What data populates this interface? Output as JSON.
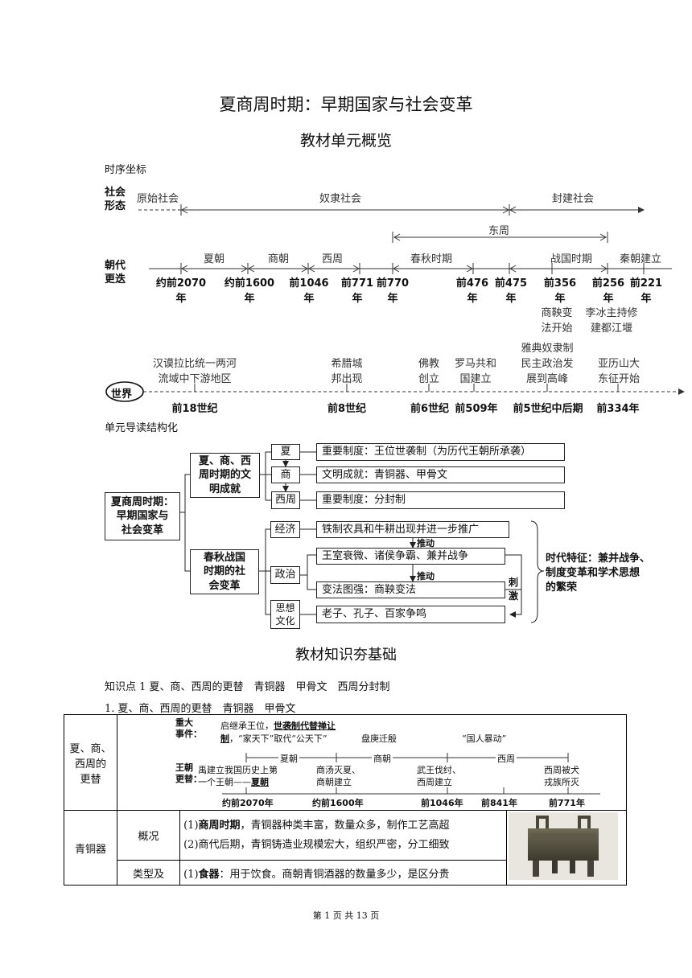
{
  "title": "夏商周时期：早期国家与社会变革",
  "subtitle": "教材单元概览",
  "timeline_section": {
    "heading": "时序坐标",
    "society_label": [
      "社会",
      "形态"
    ],
    "society_periods": [
      "原始社会",
      "奴隶社会",
      "封建社会"
    ],
    "dongzhou": "东周",
    "dynasty_label": [
      "朝代",
      "更迭"
    ],
    "dynasties": [
      "夏朝",
      "商朝",
      "西周",
      "春秋时期",
      "战国时期",
      "秦朝建立"
    ],
    "dates": [
      {
        "top": "约前2070",
        "bottom": "年"
      },
      {
        "top": "约前1600",
        "bottom": "年"
      },
      {
        "top": "前1046",
        "bottom": "年"
      },
      {
        "top": "前771",
        "bottom": "年"
      },
      {
        "top": "前770",
        "bottom": "年"
      },
      {
        "top": "前476",
        "bottom": "年"
      },
      {
        "top": "前475",
        "bottom": "年"
      },
      {
        "top": "前356",
        "bottom": "年"
      },
      {
        "top": "前256",
        "bottom": "年"
      },
      {
        "top": "前221",
        "bottom": "年"
      }
    ],
    "warring_notes": [
      {
        "l1": "商鞅变",
        "l2": "法开始"
      },
      {
        "l1": "李冰主持修",
        "l2": "建都江堰"
      }
    ],
    "world_label": "世界",
    "world_events": [
      {
        "l1": "汉谟拉比统一两河",
        "l2": "流域中下游地区",
        "date": "前18世纪"
      },
      {
        "l1": "希腊城",
        "l2": "邦出现",
        "date": "前8世纪"
      },
      {
        "l1": "佛教",
        "l2": "创立",
        "date": "前6世纪"
      },
      {
        "l1": "罗马共和",
        "l2": "国建立",
        "date": "前509年"
      },
      {
        "l1": "雅典奴隶制",
        "l2": "民主政治发",
        "l3": "展到高峰",
        "date": "前5世纪中后期"
      },
      {
        "l1": "亚历山大",
        "l2": "东征开始",
        "date": "前334年"
      }
    ]
  },
  "structure_section": {
    "heading": "单元导读结构化",
    "root": [
      "夏商周时期：",
      "早期国家与",
      "社会变革"
    ],
    "branch1": [
      "夏、商、西",
      "周时期的文",
      "明成就"
    ],
    "branch2": [
      "春秋战国",
      "时期的社",
      "会变革"
    ],
    "xia": "夏",
    "shang": "商",
    "xizhou": "西周",
    "xia_text": "重要制度：王位世袭制（为历代王朝所承袭）",
    "shang_text": "文明成就：青铜器、甲骨文",
    "xizhou_text": "重要制度：分封制",
    "economy": "经济",
    "politics": "政治",
    "thought": [
      "思想",
      "文化"
    ],
    "economy_text": "铁制农具和牛耕出现并进一步推广",
    "push1": "推动",
    "politics_text1": "王室衰微、诸侯争霸、兼并战争",
    "push2": "推动",
    "politics_text2": "变法图强：商鞅变法",
    "thought_text": "老子、孔子、百家争鸣",
    "stimulate": [
      "刺",
      "激"
    ],
    "feature": [
      "时代特征：兼并战争、",
      "制度变革和学术思想",
      "的繁荣"
    ]
  },
  "knowledge_section": {
    "heading": "教材知识夯基础",
    "point1": "知识点 1  夏、商、西周的更替　青铜器　甲骨文　西周分封制",
    "sub1": "1.  夏、商、西周的更替　青铜器　甲骨文",
    "row1_label": [
      "夏、商、",
      "西周的",
      "更替"
    ],
    "inner": {
      "events_label": [
        "重大",
        "事件："
      ],
      "dynasty_label": [
        "王朝",
        "更替："
      ],
      "event1": "启继承王位，",
      "event1_u": "世袭制代替禅让",
      "event1_l2a": "制",
      "event1_l2b": "，“家天下”取代“公天下”",
      "event2": "盘庚迁殷",
      "event3": "“国人暴动”",
      "segs": [
        "夏朝",
        "商朝",
        "西周"
      ],
      "c1a": "禹建立我国历史上第",
      "c1b": "一个王朝——",
      "c1c": "夏朝",
      "c2a": "商汤灭夏、",
      "c2b": "商朝建立",
      "c3a": "武王伐纣、",
      "c3b": "西周建立",
      "c4a": "西周被犬",
      "c4b": "戎族所灭",
      "d1": "约前2070年",
      "d2": "约前1600年",
      "d3": "前1046年",
      "d4": "前841年",
      "d5": "前771年"
    },
    "bronze_label": "青铜器",
    "overview_label": "概况",
    "overview1a": "(1)",
    "overview1b": "商周时期",
    "overview1c": "，青铜器种类丰富，数量众多，制作工艺高超",
    "overview2": "(2)商代后期，青铜铸造业规模宏大，组织严密，分工细致",
    "types_label": "类型及",
    "types1a": "(1)",
    "types1b": "食器",
    "types1c": "：用于饮食。商朝青铜酒器的数量多少，是区分贵"
  },
  "footer": "第 1 页 共 13 页"
}
